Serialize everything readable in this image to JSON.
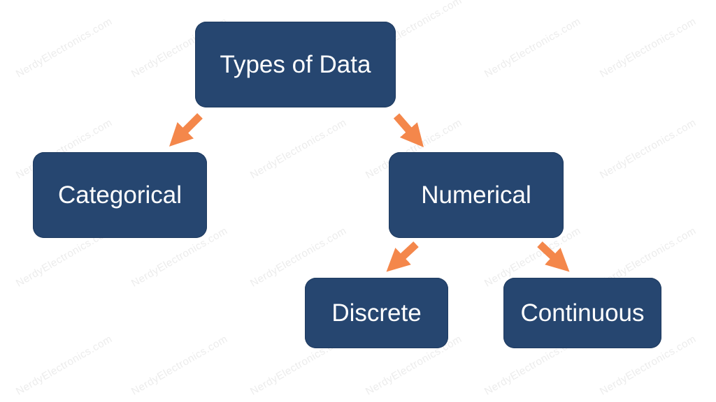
{
  "diagram": {
    "title": "Types of Data",
    "colors": {
      "node_fill": "#264670",
      "node_text": "#ffffff",
      "arrow": "#F4874B",
      "background": "#ffffff",
      "watermark": "#ececec"
    },
    "nodes": [
      {
        "id": "root",
        "label": "Types of Data"
      },
      {
        "id": "categorical",
        "label": "Categorical"
      },
      {
        "id": "numerical",
        "label": "Numerical"
      },
      {
        "id": "discrete",
        "label": "Discrete"
      },
      {
        "id": "continuous",
        "label": "Continuous"
      }
    ],
    "edges": [
      {
        "from": "root",
        "to": "categorical"
      },
      {
        "from": "root",
        "to": "numerical"
      },
      {
        "from": "numerical",
        "to": "discrete"
      },
      {
        "from": "numerical",
        "to": "continuous"
      }
    ]
  },
  "watermark": {
    "text": "NerdyElectronics.com"
  }
}
